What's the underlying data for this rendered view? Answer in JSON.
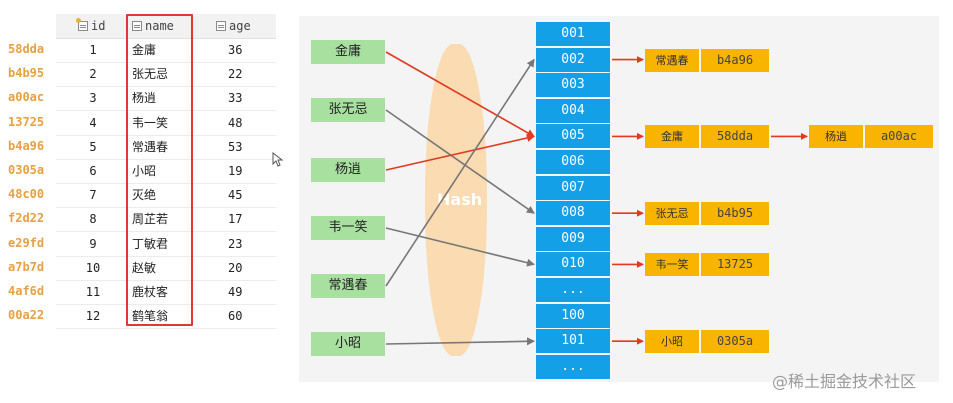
{
  "table": {
    "columns": [
      {
        "label": "id",
        "icon": "primary-key-column-icon"
      },
      {
        "label": "name",
        "icon": "column-icon"
      },
      {
        "label": "age",
        "icon": "column-icon"
      }
    ],
    "rows": [
      {
        "hash": "58dda",
        "id": "1",
        "name": "金庸",
        "age": "36"
      },
      {
        "hash": "b4b95",
        "id": "2",
        "name": "张无忌",
        "age": "22"
      },
      {
        "hash": "a00ac",
        "id": "3",
        "name": "杨逍",
        "age": "33"
      },
      {
        "hash": "13725",
        "id": "4",
        "name": "韦一笑",
        "age": "48"
      },
      {
        "hash": "b4a96",
        "id": "5",
        "name": "常遇春",
        "age": "53"
      },
      {
        "hash": "0305a",
        "id": "6",
        "name": "小昭",
        "age": "19"
      },
      {
        "hash": "48c00",
        "id": "7",
        "name": "灭绝",
        "age": "45"
      },
      {
        "hash": "f2d22",
        "id": "8",
        "name": "周芷若",
        "age": "17"
      },
      {
        "hash": "e29fd",
        "id": "9",
        "name": "丁敏君",
        "age": "23"
      },
      {
        "hash": "a7b7d",
        "id": "10",
        "name": "赵敏",
        "age": "20"
      },
      {
        "hash": "4af6d",
        "id": "11",
        "name": "鹿杖客",
        "age": "49"
      },
      {
        "hash": "00a22",
        "id": "12",
        "name": "鹤笔翁",
        "age": "60"
      }
    ]
  },
  "diagram": {
    "hash_label": "Hash",
    "input_names": [
      "金庸",
      "张无忌",
      "杨逍",
      "韦一笑",
      "常遇春",
      "小昭"
    ],
    "buckets": [
      "001",
      "002",
      "003",
      "004",
      "005",
      "006",
      "007",
      "008",
      "009",
      "010",
      "...",
      "100",
      "101",
      "..."
    ],
    "chains": [
      {
        "bucket": "002",
        "entries": [
          {
            "name": "常遇春",
            "hash": "b4a96"
          }
        ]
      },
      {
        "bucket": "005",
        "entries": [
          {
            "name": "金庸",
            "hash": "58dda"
          },
          {
            "name": "杨逍",
            "hash": "a00ac"
          }
        ]
      },
      {
        "bucket": "008",
        "entries": [
          {
            "name": "张无忌",
            "hash": "b4b95"
          }
        ]
      },
      {
        "bucket": "010",
        "entries": [
          {
            "name": "韦一笑",
            "hash": "13725"
          }
        ]
      },
      {
        "bucket": "101",
        "entries": [
          {
            "name": "小昭",
            "hash": "0305a"
          }
        ]
      }
    ],
    "mappings": [
      {
        "from": "金庸",
        "to": "005",
        "color": "#e03a20"
      },
      {
        "from": "张无忌",
        "to": "008",
        "color": "#777777"
      },
      {
        "from": "杨逍",
        "to": "005",
        "color": "#e03a20"
      },
      {
        "from": "韦一笑",
        "to": "010",
        "color": "#777777"
      },
      {
        "from": "常遇春",
        "to": "002",
        "color": "#777777"
      },
      {
        "from": "小昭",
        "to": "101",
        "color": "#777777"
      }
    ]
  },
  "watermark": "@稀土掘金技术社区",
  "colors": {
    "name_node": "#a8e0a0",
    "bucket": "#14a0e6",
    "entry": "#f9b400",
    "highlight_box": "#e03a30",
    "row_hash": "#e8a040"
  }
}
